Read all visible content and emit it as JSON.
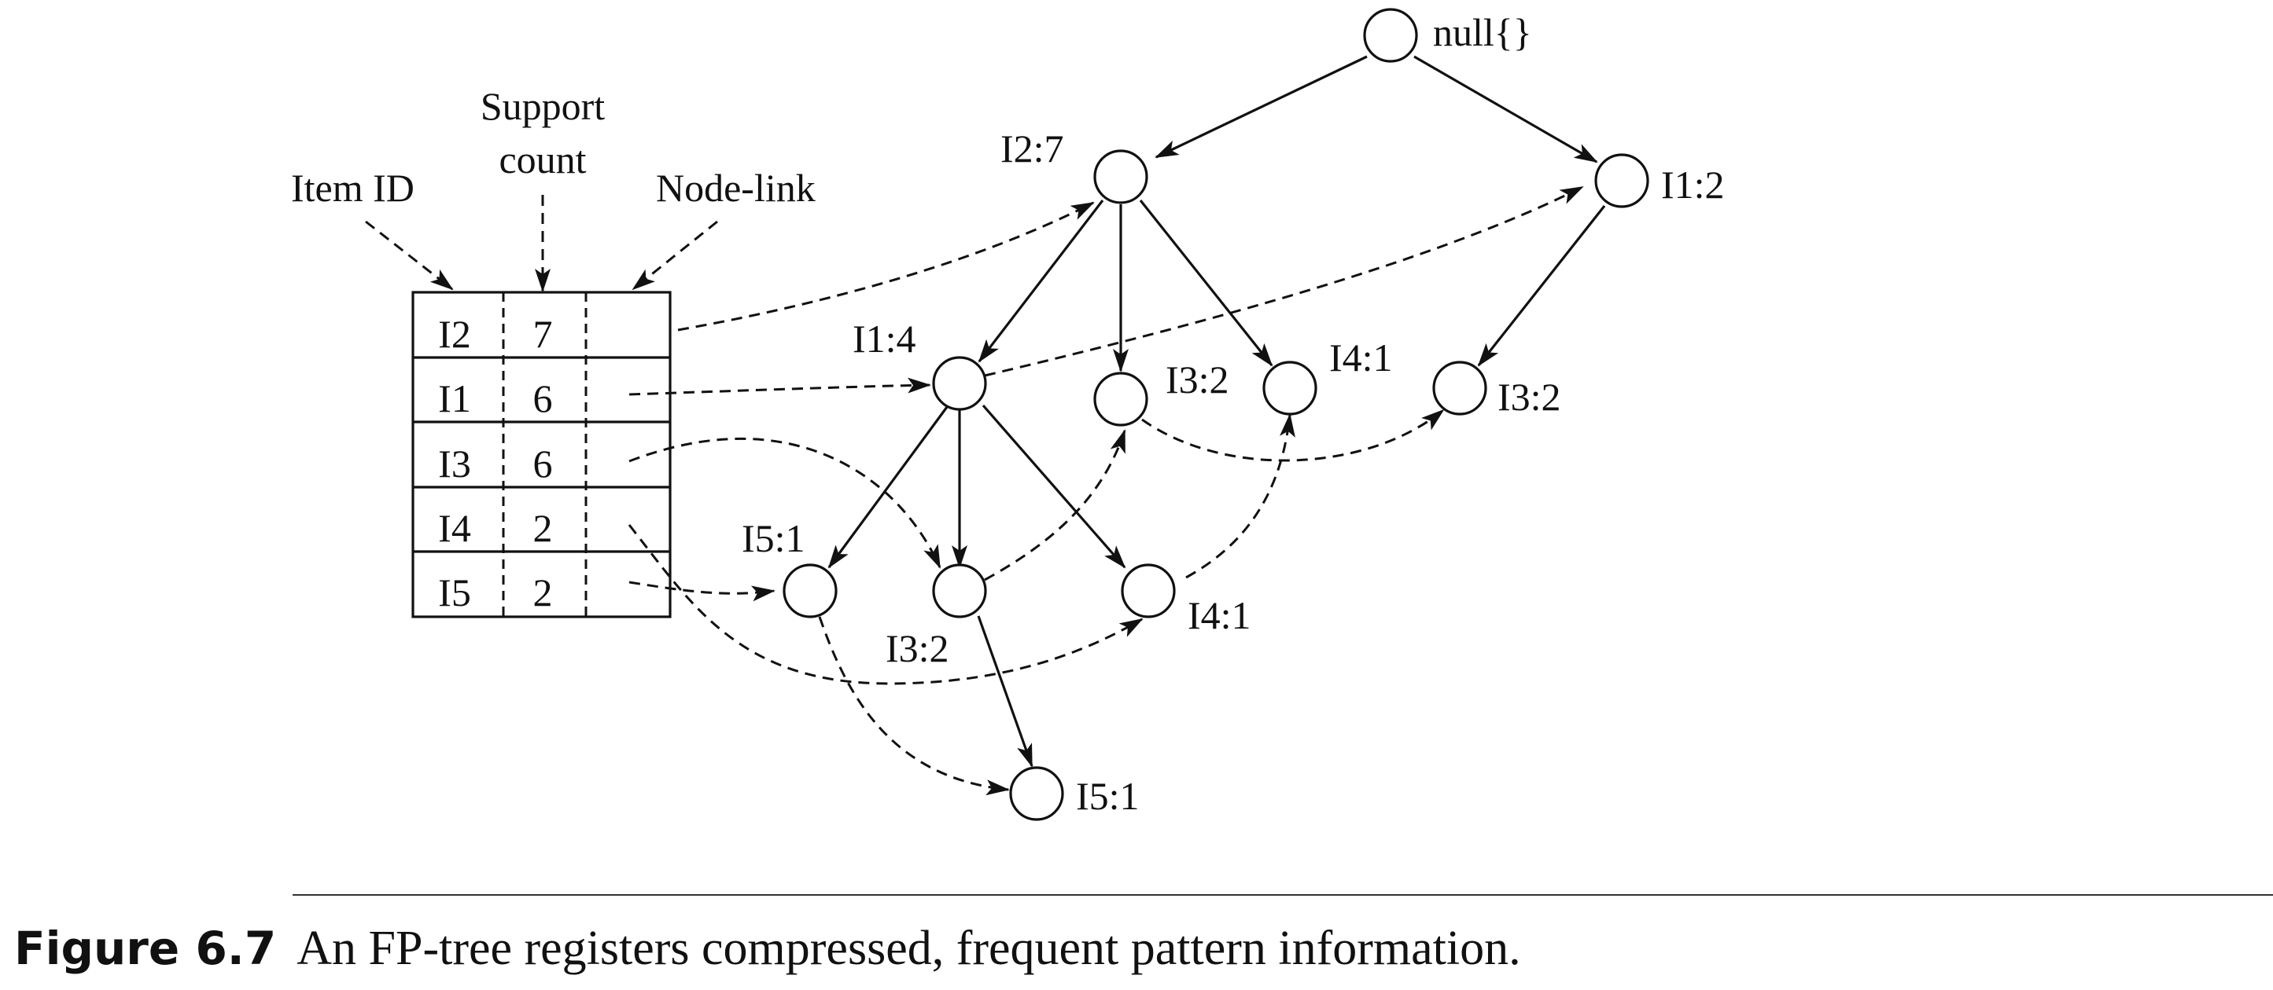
{
  "column_headers": {
    "item_id": "Item ID",
    "support_line1": "Support",
    "support_line2": "count",
    "node_link": "Node-link"
  },
  "table_rows": [
    {
      "item": "I2",
      "count": "7"
    },
    {
      "item": "I1",
      "count": "6"
    },
    {
      "item": "I3",
      "count": "6"
    },
    {
      "item": "I4",
      "count": "2"
    },
    {
      "item": "I5",
      "count": "2"
    }
  ],
  "nodes": {
    "root": "null{}",
    "i2_7": "I2:7",
    "i1_2": "I1:2",
    "i1_4": "I1:4",
    "i3_2_a": "I3:2",
    "i4_1_a": "I4:1",
    "i3_2_b": "I3:2",
    "i5_1_a": "I5:1",
    "i3_2_c": "I3:2",
    "i4_1_b": "I4:1",
    "i5_1_b": "I5:1"
  },
  "caption": {
    "figure_number": "Figure 6.7",
    "text": "An FP-tree registers compressed, frequent pattern information."
  }
}
